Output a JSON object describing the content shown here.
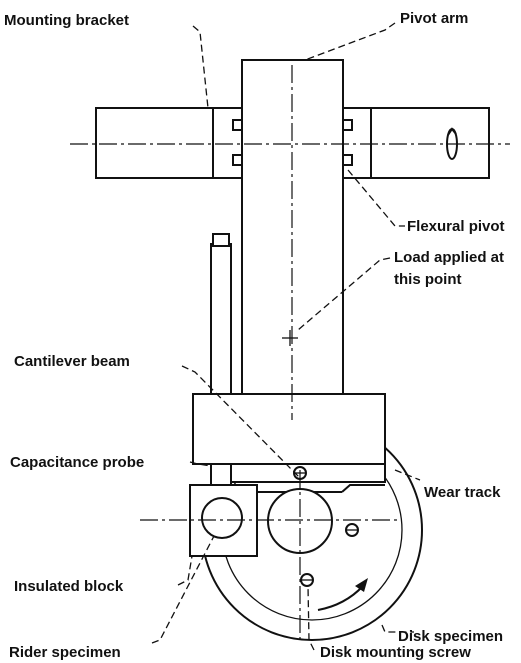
{
  "labels": {
    "mounting_bracket": "Mounting bracket",
    "pivot_arm": "Pivot arm",
    "flexural_pivot": "Flexural pivot",
    "load_line1": "Load applied at",
    "load_line2": "this point",
    "cantilever_beam": "Cantilever beam",
    "capacitance_probe": "Capacitance probe",
    "wear_track": "Wear track",
    "insulated_block": "Insulated block",
    "disk_specimen": "Disk specimen",
    "rider_specimen": "Rider specimen",
    "disk_mounting_screw": "Disk mounting screw"
  },
  "colors": {
    "ink": "#111111",
    "background": "#ffffff"
  }
}
